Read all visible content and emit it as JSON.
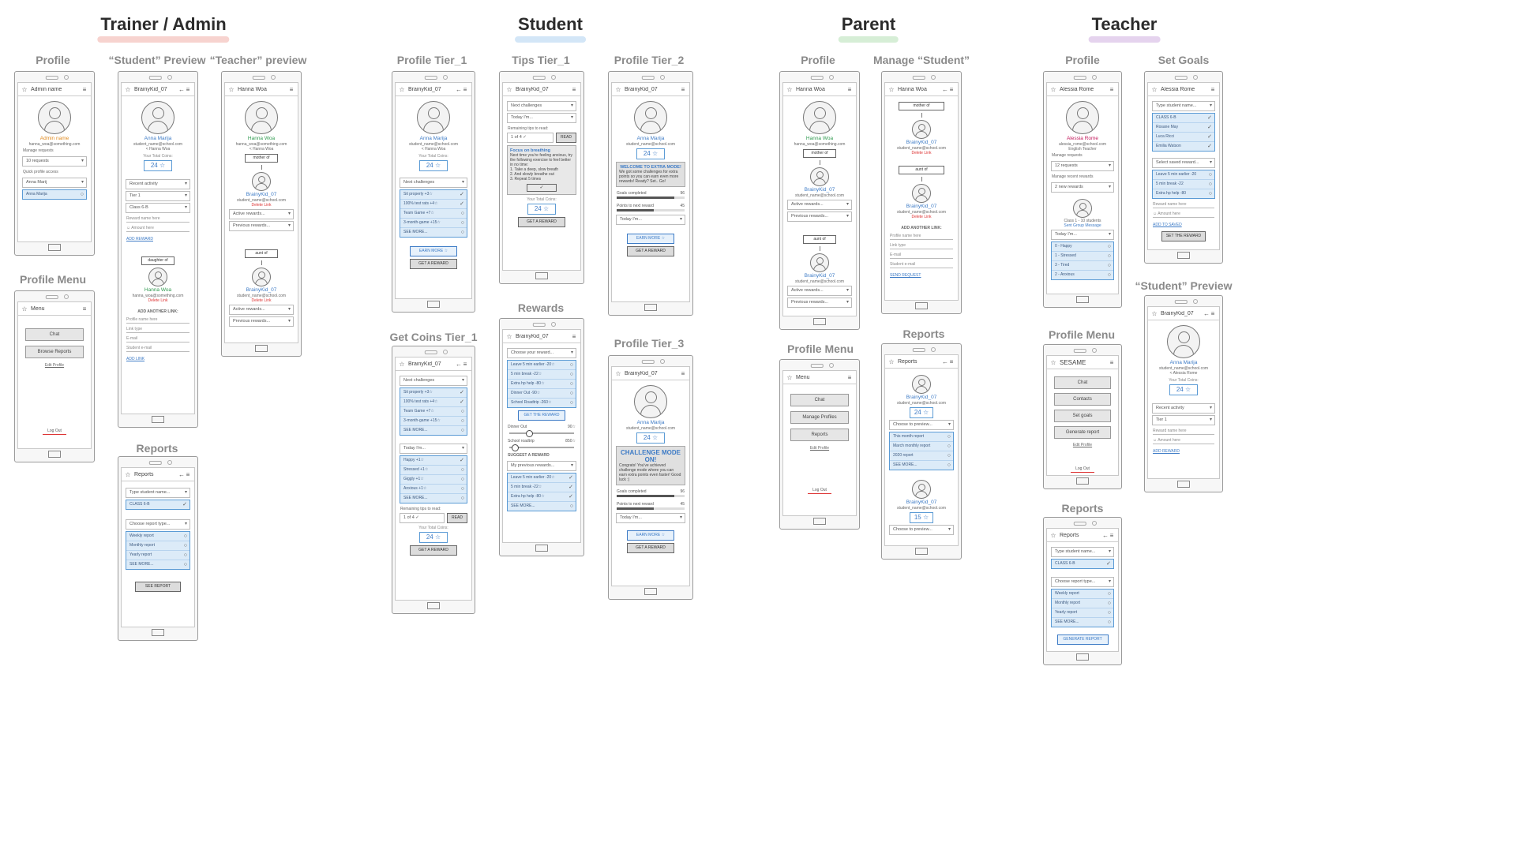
{
  "sections": [
    {
      "title": "Trainer / Admin",
      "color": "#f7d3cf"
    },
    {
      "title": "Student",
      "color": "#d3e6f7"
    },
    {
      "title": "Parent",
      "color": "#d6eed6"
    },
    {
      "title": "Teacher",
      "color": "#e5d3ee"
    }
  ],
  "labels": {
    "ta_profile": "Profile",
    "ta_student_preview": "“Student” Preview",
    "ta_teacher_preview": "“Teacher” preview",
    "ta_profile_menu": "Profile Menu",
    "ta_reports": "Reports",
    "st_profile_t1": "Profile Tier_1",
    "st_tips_t1": "Tips Tier_1",
    "st_profile_t2": "Profile Tier_2",
    "st_rewards": "Rewards",
    "st_getcoins_t1": "Get Coins Tier_1",
    "st_profile_t3": "Profile Tier_3",
    "pa_profile": "Profile",
    "pa_manage_student": "Manage “Student”",
    "pa_profile_menu": "Profile Menu",
    "pa_reports": "Reports",
    "te_profile": "Profile",
    "te_set_goals": "Set Goals",
    "te_profile_menu": "Profile Menu",
    "te_student_preview": "“Student” Preview",
    "te_reports": "Reports"
  },
  "screens": {
    "admin": {
      "title": "Admin name",
      "name": "Admin name",
      "email": "hanna_woa@something.com",
      "manage_lbl": "Manage requests",
      "requests": "10 requests",
      "quick_lbl": "Quick profile access",
      "select": "Anna Marij",
      "sel_item": "Anna Marija"
    },
    "admin_menu": {
      "title": "Menu",
      "chat": "Chat",
      "browse": "Browse Reports",
      "edit": "Edit Profile",
      "logout": "Log Out"
    },
    "student_preview": {
      "title": "BrainyKid_07",
      "name": "Anna Marija",
      "email": "student_name@school.com",
      "sub": "< Hanna Woa",
      "coins_lbl": "Your Total Coins:",
      "coins": "24 ☆",
      "recent": "Recent activity",
      "tier": "Tier 1",
      "class": "Class 6-B",
      "reward_lbl": "Reward name here",
      "amount": "☺ Amount here",
      "add_reward": "ADD REWARD",
      "relation": "daughter of",
      "parent_name": "Hanna Woa",
      "parent_email": "hanna_woa@something.com",
      "delete": "Delete Link",
      "add_link": "ADD ANOTHER LINK:",
      "f1": "Profile name here",
      "f2": "Link type",
      "f3": "E-mail",
      "f4": "Student e-mail",
      "add": "ADD LINK"
    },
    "teacher_preview": {
      "title": "Hanna Woa",
      "name": "Hanna Woa",
      "email": "hanna_woa@something.com",
      "sub": "< Hanna Woa",
      "rel1": "mother of",
      "kid": "BrainyKid_07",
      "kid_email": "student_name@school.com",
      "delete": "Delete Link",
      "active": "Active rewards...",
      "previous": "Previous rewards...",
      "rel2": "aunt of"
    },
    "ta_reports": {
      "title": "Reports",
      "type": "Type student name...",
      "class": "CLASS 6-B",
      "choose": "Choose report type...",
      "r1": "Weekly report",
      "r2": "Monthly report",
      "r3": "Yearly report",
      "more": "SEE MORE...",
      "btn": "SEE REPORT"
    },
    "st_profile1": {
      "title": "BrainyKid_07",
      "name": "Anna Marija",
      "email": "student_name@school.com",
      "sub": "< Hanna Woa",
      "coins_lbl": "Your Total Coins:",
      "coins": "24 ☆",
      "next": "Next challenges",
      "c1": "Sit properly +3☆",
      "c2": "100% test rats +4☆",
      "c3": "Team Game +7☆",
      "c4": "3-month-game +15☆",
      "more": "SEE MORE...",
      "earn": "EARN MORE ☆",
      "get": "GET A REWARD"
    },
    "st_tips": {
      "title": "BrainyKid_07",
      "next": "Next challenges",
      "today": "Today I'm...",
      "rem": "Remaining tips to read:",
      "count": "1 of 4 ✓",
      "read": "READ",
      "focus": "Focus on breathing",
      "text": "Next time you're feeling anxious, try the following exercise to feel better in no time:",
      "s1": "1. Take a deep, slow breath",
      "s2": "2. And slowly breathe out",
      "s3": "3. Repeat 5 times",
      "coins_lbl": "Your Total Coins:",
      "coins": "24 ☆",
      "get": "GET A REWARD"
    },
    "st_profile2": {
      "title": "BrainyKid_07",
      "name": "Anna Marija",
      "email": "student_name@school.com",
      "coins": "24 ☆",
      "banner_h": "WELCOME TO EXTRA MODE!",
      "banner": "We got some challenges for extra points so you can earn even more rewards! Ready? Set.. Go!",
      "goals": "Goals completed",
      "goals_v": "96",
      "goals_pct": 0.85,
      "points": "Points to next reward",
      "points_v": "45",
      "points_pct": 0.55,
      "today": "Today I'm...",
      "earn": "EARN MORE ☆",
      "get": "GET A REWARD"
    },
    "st_rewards": {
      "title": "BrainyKid_07",
      "choose": "Choose your reward...",
      "r1": "Leave 5 min earlier -20☆",
      "r2": "5 min break -22☆",
      "r3": "Extra hp help -80☆",
      "r4": "Dinner Out -90☆",
      "r5": "School Roadtrip -260☆",
      "btn": "GET THE REWARD",
      "s1": "Dinner Out",
      "s1v": "90☆",
      "s1pct": 0.3,
      "s2": "School roadtrip",
      "s2v": "850☆",
      "s2pct": 0.08,
      "suggest": "SUGGEST A REWARD",
      "prev": "My previous rewards...",
      "p1": "Leave 5 min earlier -20☆",
      "p2": "5 min break -22☆",
      "p3": "Extra hp help -80☆",
      "more": "SEE MORE..."
    },
    "st_getcoins": {
      "title": "BrainyKid_07",
      "next": "Next challenges",
      "c1": "Sit properly +3☆",
      "c2": "100% test rats +4☆",
      "c3": "Team Game +7☆",
      "c4": "3-month-game +15☆",
      "more": "SEE MORE...",
      "today": "Today I'm...",
      "m1": "Happy +1☆",
      "m2": "Stressed +1☆",
      "m3": "Giggly +1☆",
      "m4": "Anxious +1☆",
      "more2": "SEE MORE...",
      "rem": "Remaining tips to read:",
      "count": "1 of 4 ✓",
      "read": "READ",
      "coins_lbl": "Your Total Coins:",
      "coins": "24 ☆",
      "get": "GET A REWARD"
    },
    "st_profile3": {
      "title": "BrainyKid_07",
      "name": "Anna Marija",
      "email": "student_name@school.com",
      "coins": "24 ☆",
      "banner_h": "CHALLENGE MODE ON!",
      "banner": "Congrats! You've achieved challenge mode where you can earn extra points even faster! Good luck :)",
      "goals": "Goals completed",
      "goals_v": "96",
      "goals_pct": 0.85,
      "points": "Points to next reward",
      "points_v": "45",
      "points_pct": 0.55,
      "today": "Today I'm...",
      "earn": "EARN MORE ☆",
      "get": "GET A REWARD"
    },
    "pa_profile": {
      "title": "Hanna Woa",
      "name": "Hanna Woa",
      "email": "hanna_woa@something.com",
      "rel1": "mother of",
      "kid": "BrainyKid_07",
      "kid_email": "student_name@school.com",
      "active": "Active rewards...",
      "previous": "Previous rewards...",
      "rel2": "aunt of"
    },
    "pa_manage": {
      "title": "Hanna Woa",
      "rel1": "mother of",
      "kid": "BrainyKid_07",
      "kid_email": "student_name@school.com",
      "delete": "Delete Link",
      "rel2": "aunt of",
      "add_link": "ADD ANOTHER LINK:",
      "f1": "Profile name here",
      "f2": "Link type",
      "f3": "E-mail",
      "f4": "Student e-mail",
      "send": "SEND REQUEST"
    },
    "pa_menu": {
      "title": "Menu",
      "chat": "Chat",
      "manage": "Manage Profiles",
      "reports": "Reports",
      "edit": "Edit Profile",
      "logout": "Log Out"
    },
    "pa_reports": {
      "title": "Reports",
      "kid": "BrainyKid_07",
      "kid_email": "student_name@school.com",
      "coins": "24 ☆",
      "choose": "Choose to preview...",
      "r1": "This month report",
      "r2": "March monthly report",
      "r3": "2020 report",
      "more": "SEE MORE...",
      "coins2": "15 ☆"
    },
    "te_profile": {
      "title": "Alessia Rome",
      "name": "Alessia Rome",
      "email": "alessia_rome@school.com",
      "role": "English Teacher",
      "manage_lbl": "Manage requests",
      "requests": "12 requests",
      "rewards_lbl": "Manage recent rewards",
      "rewards": "2 new rewards",
      "class": "Class 1 - 10 students",
      "send": "Sent Group Message",
      "today": "Today I'm...",
      "m1": "0 - Happy",
      "m2": "1 - Stressed",
      "m3": "3 - Tired",
      "m4": "2 - Anxious"
    },
    "te_goals": {
      "title": "Alessia Rome",
      "type": "Type student name...",
      "s1": "CLASS 6-B",
      "s2": "Rosane May",
      "s3": "Luca Ricci",
      "s4": "Emilia Watson",
      "select": "Select saved reward...",
      "r1": "Leave 5 min earlier -20",
      "r2": "5 min break -22",
      "r3": "Extra hp help -80",
      "reward_lbl": "Reward name here",
      "amount": "☺ Amount here",
      "add": "ADD TO SAVED",
      "btn": "SET THE REWARD"
    },
    "te_menu": {
      "title": "SESAME",
      "chat": "Chat",
      "contacts": "Contacts",
      "goals": "Set goals",
      "report": "Generate report",
      "edit": "Edit Profile",
      "logout": "Log Out"
    },
    "te_student": {
      "title": "BrainyKid_07",
      "name": "Anna Marija",
      "email": "student_name@school.com",
      "sub": "< Alessia Rome",
      "coins_lbl": "Your Total Coins:",
      "coins": "24 ☆",
      "recent": "Recent activity",
      "tier": "Tier 1",
      "reward_lbl": "Reward name here",
      "amount": "☺ Amount here",
      "add": "ADD REWARD"
    },
    "te_reports": {
      "title": "Reports",
      "type": "Type student name...",
      "class": "CLASS 6-B",
      "choose": "Choose report type...",
      "r1": "Weekly report",
      "r2": "Monthly report",
      "r3": "Yearly report",
      "more": "SEE MORE...",
      "btn": "GENERATE REPORT"
    }
  }
}
